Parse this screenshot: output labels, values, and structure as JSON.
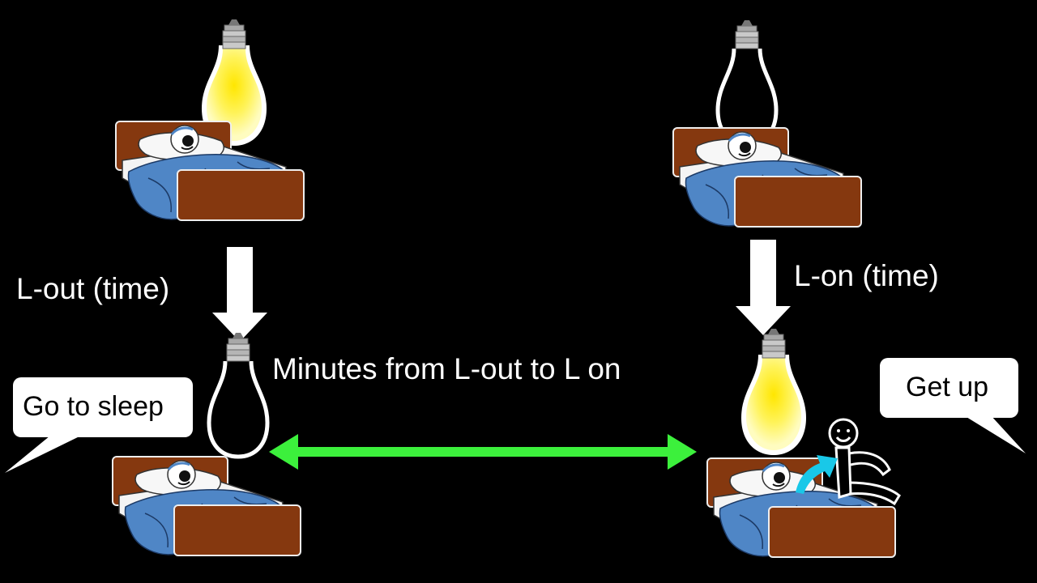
{
  "labels": {
    "lights_out": "L-out (time)",
    "lights_on": "L-on (time)",
    "interval": "Minutes from L-out to L on"
  },
  "bubbles": {
    "sleep": "Go to sleep",
    "wake": "Get up"
  },
  "colors": {
    "background": "#000000",
    "bulb_lit": "#FFF24A",
    "bed_wood": "#85380F",
    "blanket": "#4F86C6",
    "interval_arrow": "#3CF03C",
    "get_up_arrow": "#19C8E8"
  },
  "icons": [
    "light-bulb-on-icon",
    "light-bulb-off-icon",
    "bed-icon",
    "sleeping-face-icon",
    "stick-figure-icon"
  ]
}
